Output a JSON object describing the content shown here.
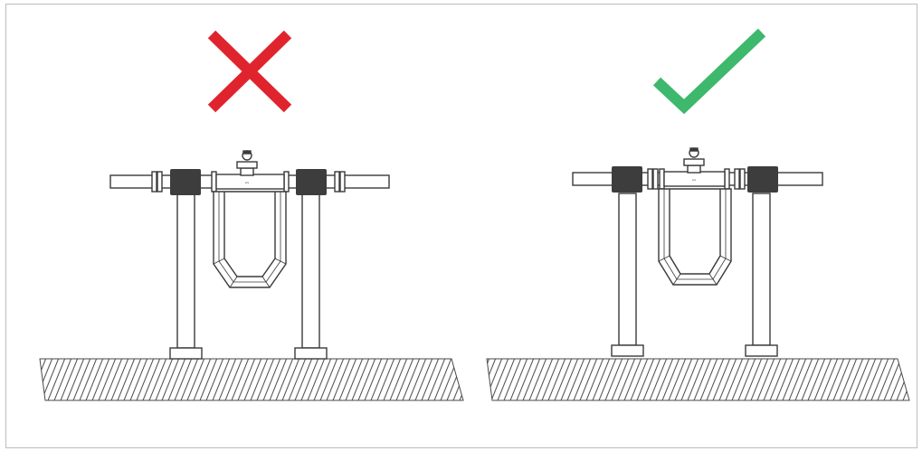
{
  "panels": [
    {
      "id": "incorrect",
      "verdict": "incorrect",
      "mark_icon": "cross-icon",
      "mark_color": "#e0242e"
    },
    {
      "id": "correct",
      "verdict": "correct",
      "mark_icon": "check-icon",
      "mark_color": "#3db86c"
    }
  ],
  "colors": {
    "line": "#3a3a3a",
    "clamp": "#3d3d3d",
    "hatch": "#4a4a4a"
  }
}
